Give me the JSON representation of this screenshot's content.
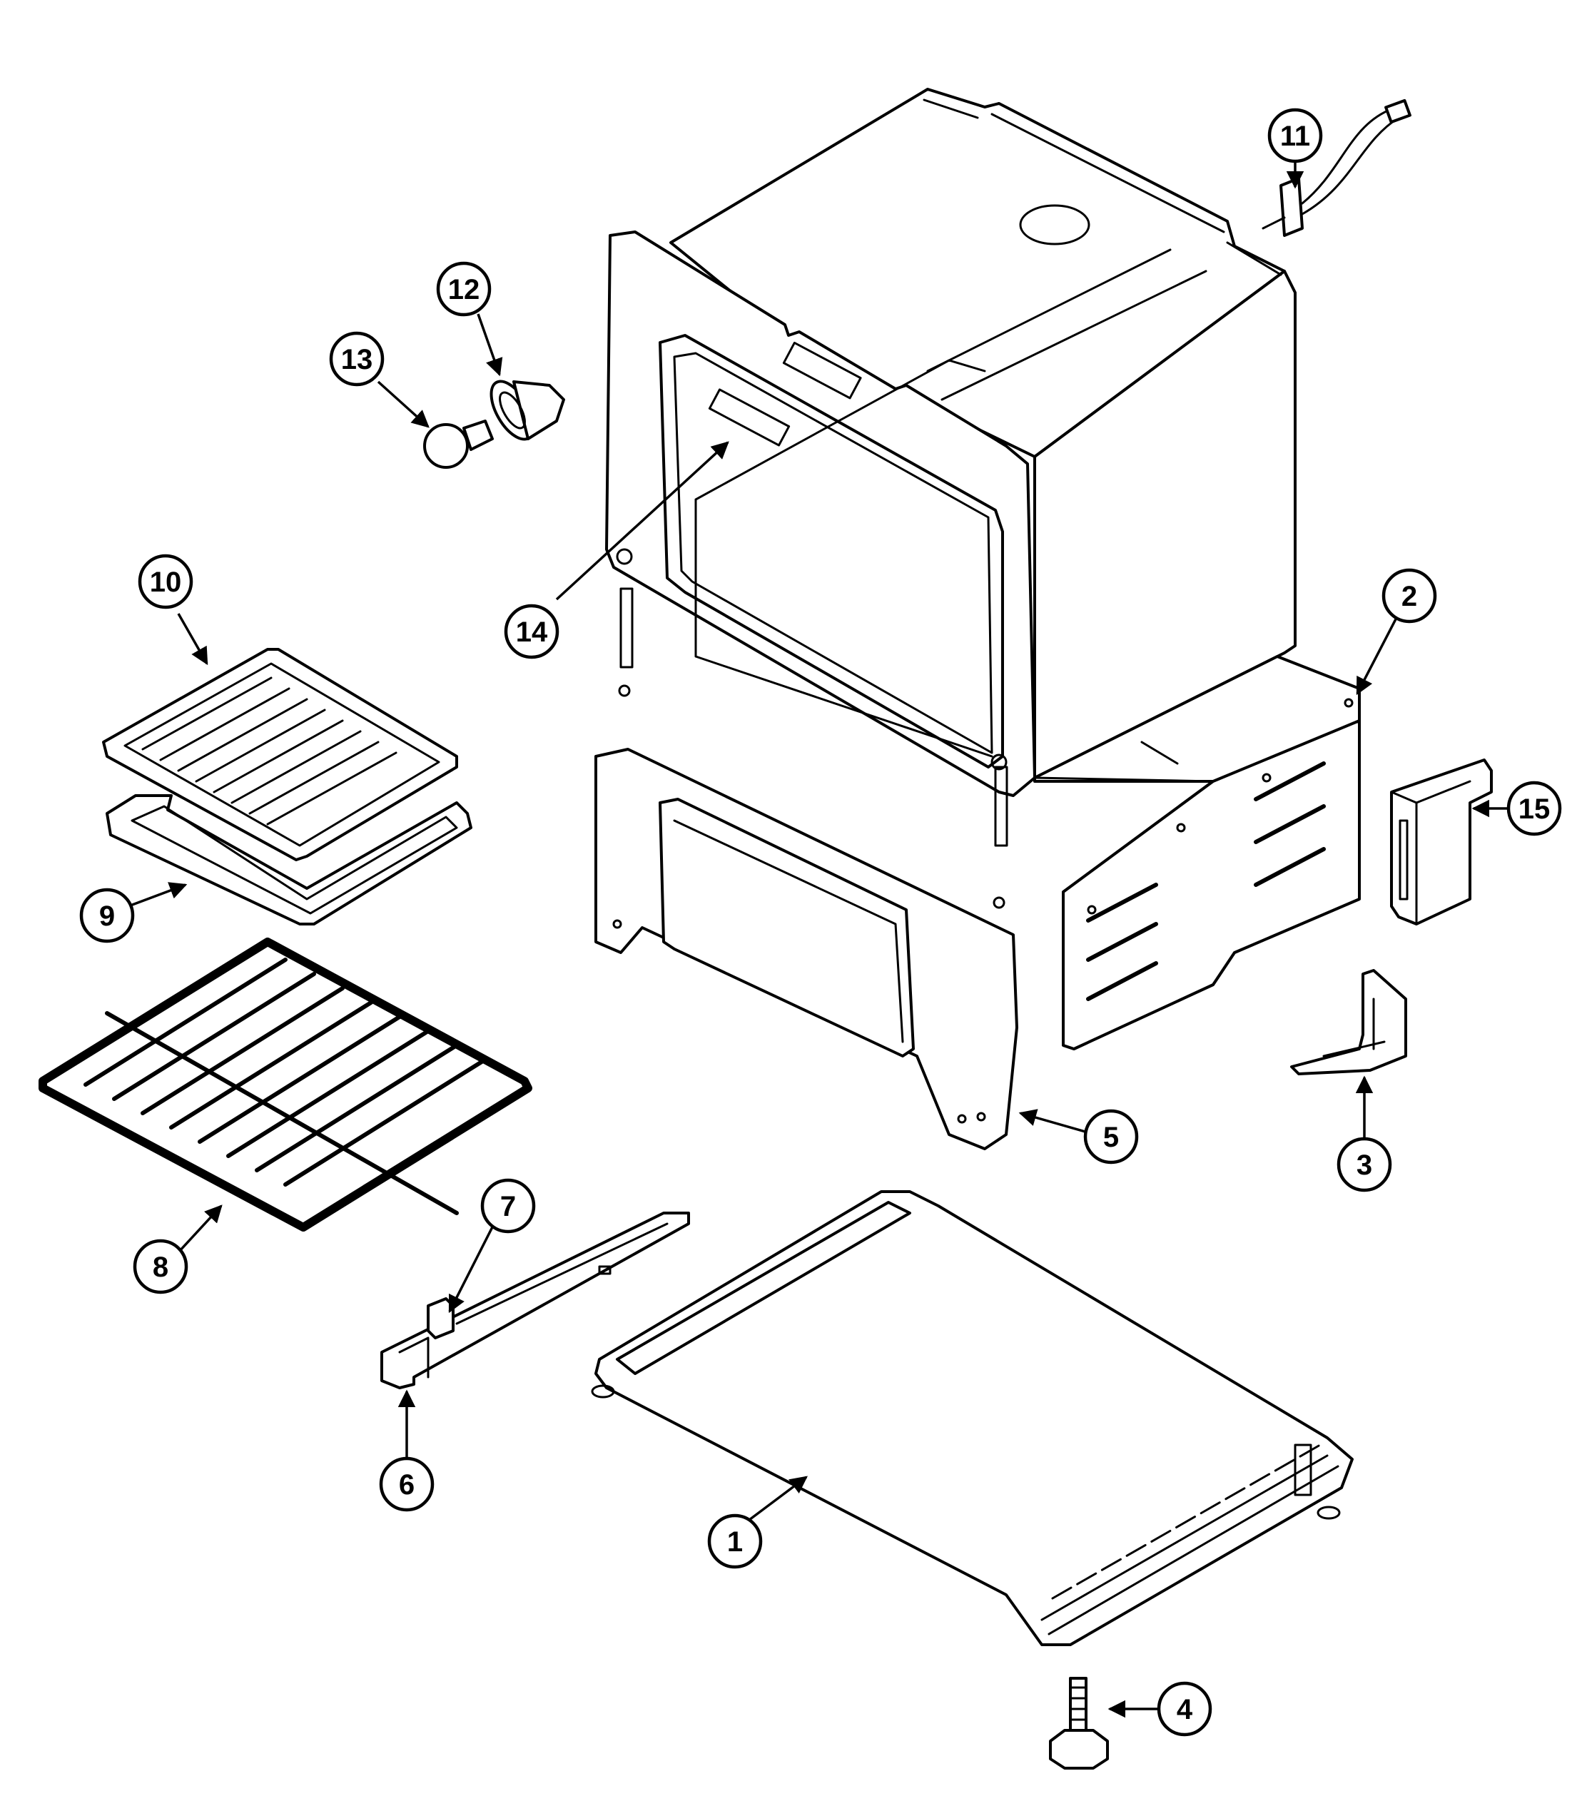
{
  "diagram": {
    "callouts": [
      {
        "id": "1",
        "label": "1"
      },
      {
        "id": "2",
        "label": "2"
      },
      {
        "id": "3",
        "label": "3"
      },
      {
        "id": "4",
        "label": "4"
      },
      {
        "id": "5",
        "label": "5"
      },
      {
        "id": "6",
        "label": "6"
      },
      {
        "id": "7",
        "label": "7"
      },
      {
        "id": "8",
        "label": "8"
      },
      {
        "id": "9",
        "label": "9"
      },
      {
        "id": "10",
        "label": "10"
      },
      {
        "id": "11",
        "label": "11"
      },
      {
        "id": "12",
        "label": "12"
      },
      {
        "id": "13",
        "label": "13"
      },
      {
        "id": "14",
        "label": "14"
      },
      {
        "id": "15",
        "label": "15"
      }
    ],
    "colors": {
      "line": "#000000",
      "background": "#ffffff"
    }
  }
}
